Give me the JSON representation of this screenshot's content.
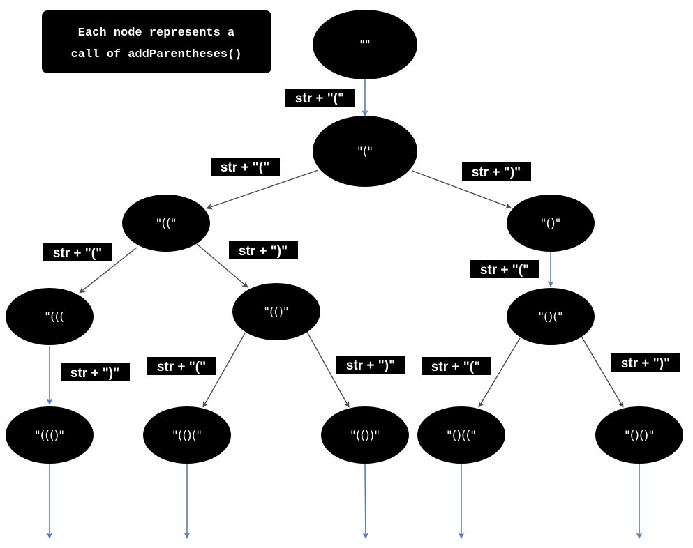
{
  "caption": {
    "line1": "Each node represents a",
    "line2": "call of addParentheses()"
  },
  "colors": {
    "node_fill": "#000000",
    "node_text": "#ffffff",
    "edge_gray": "#4d4d4d",
    "edge_blue": "#5b7db5",
    "label_bg": "#000000"
  },
  "nodes": {
    "root": "\"\"",
    "n1": "\"(\"",
    "n2": "\"((\"",
    "n3": "\"()\"",
    "n4": "\"(((",
    "n5": "\"(()\"",
    "n6": "\"()(\"",
    "n7": "\"((()\"",
    "n8": "\"(()(\"",
    "n9": "\"(())\"",
    "n10": "\"()((\"",
    "n11": "\"()()\""
  },
  "edge_labels": {
    "root_n1": "str + \"(\"",
    "n1_n2": "str + \"(\"",
    "n1_n3": "str + \")\"",
    "n2_n4": "str + \"(\"",
    "n2_n5": "str + \")\"",
    "n3_n6": "str + \"(\"",
    "n4_n7": "str + \")\"",
    "n5_n8": "str + \"(\"",
    "n5_n9": "str + \")\"",
    "n6_n10": "str + \"(\"",
    "n6_n11": "str + \")\""
  }
}
